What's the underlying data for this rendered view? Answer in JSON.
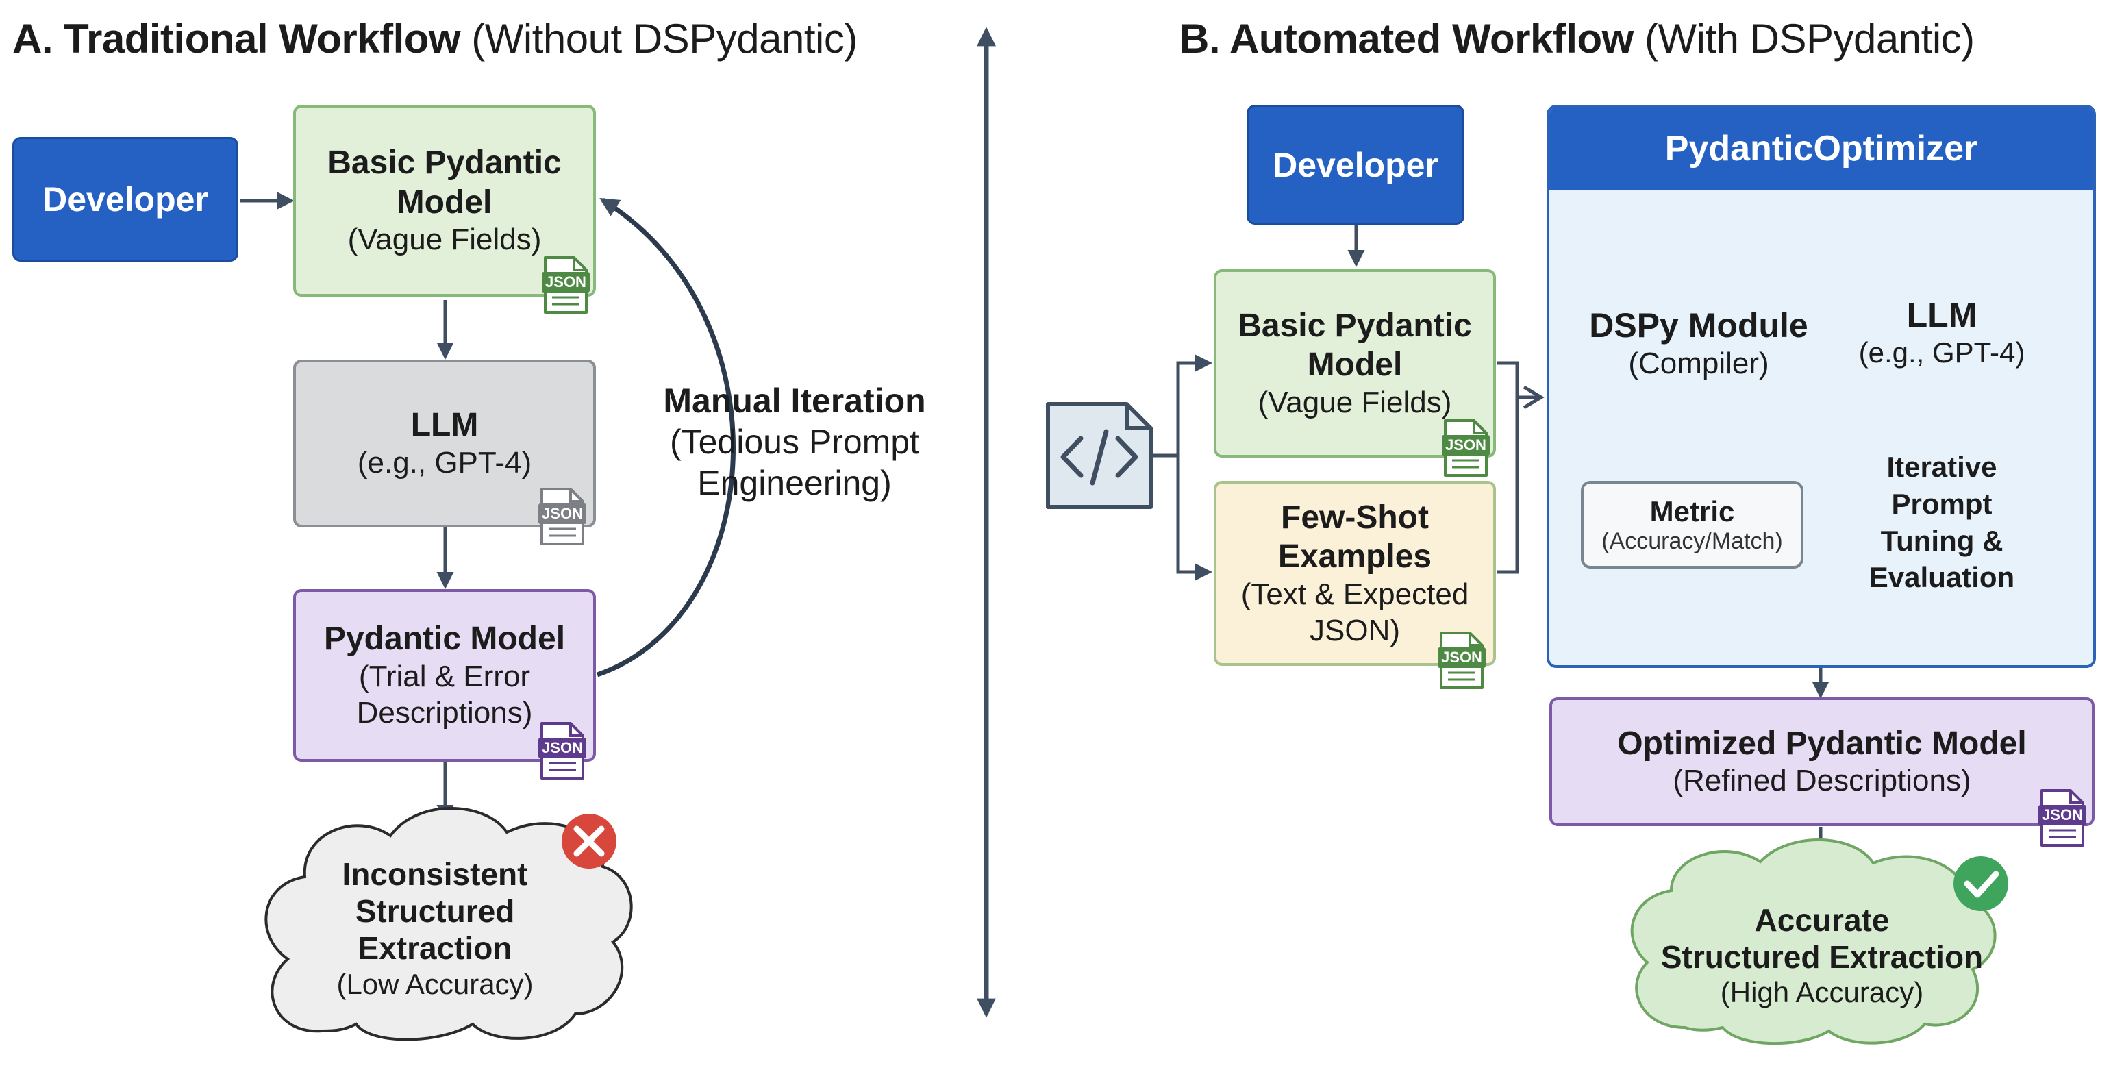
{
  "left_section": {
    "title_bold": "A. Traditional Workflow",
    "title_normal": "(Without DSPydantic)",
    "developer": "Developer",
    "basic_model": {
      "title1": "Basic Pydantic",
      "title2": "Model",
      "subtitle": "(Vague Fields)"
    },
    "llm": {
      "title": "LLM",
      "subtitle": "(e.g., GPT-4)"
    },
    "pydantic_model": {
      "title": "Pydantic Model",
      "subtitle1": "(Trial & Error",
      "subtitle2": "Descriptions)"
    },
    "result": {
      "line1": "Inconsistent",
      "line2": "Structured",
      "line3": "Extraction",
      "subtitle": "(Low Accuracy)"
    },
    "loop_label": {
      "bold": "Manual Iteration",
      "line2": "(Tedious Prompt",
      "line3": "Engineering)"
    }
  },
  "right_section": {
    "title_bold": "B. Automated Workflow",
    "title_normal": "(With DSPydantic)",
    "developer": "Developer",
    "basic_model": {
      "title1": "Basic Pydantic",
      "title2": "Model",
      "subtitle": "(Vague Fields)"
    },
    "few_shot": {
      "title1": "Few-Shot",
      "title2": "Examples",
      "subtitle1": "(Text & Expected",
      "subtitle2": "JSON)"
    },
    "optimizer": {
      "title": "PydanticOptimizer",
      "dspy_title": "DSPy Module",
      "dspy_subtitle": "(Compiler)",
      "llm_title": "LLM",
      "llm_subtitle": "(e.g., GPT-4)",
      "metric_title": "Metric",
      "metric_subtitle": "(Accuracy/Match)",
      "loop_line1": "Iterative",
      "loop_line2": "Prompt",
      "loop_line3": "Tuning &",
      "loop_line4": "Evaluation"
    },
    "optimized_model": {
      "title": "Optimized Pydantic Model",
      "subtitle": "(Refined Descriptions)"
    },
    "result": {
      "line1": "Accurate",
      "line2": "Structured Extraction",
      "subtitle": "(High Accuracy)"
    }
  },
  "file_badge": "JSON",
  "icons": {
    "json_file": "json-file-icon",
    "code": "code-icon",
    "dspy": "dspy-icon",
    "llm": "openai-logo-icon",
    "error": "error-x-icon",
    "success": "success-check-icon"
  },
  "colors": {
    "brand_blue": "#2461c2",
    "arrow": "#3f4e60",
    "cycle_arrow": "#2f6bbd",
    "green_box": "#e2f0da",
    "gray_box": "#dadbdd",
    "purple_box": "#e6dcf3",
    "yellow_box": "#fbf1d8",
    "error_red": "#d8473b",
    "success_green": "#3fa45c"
  }
}
